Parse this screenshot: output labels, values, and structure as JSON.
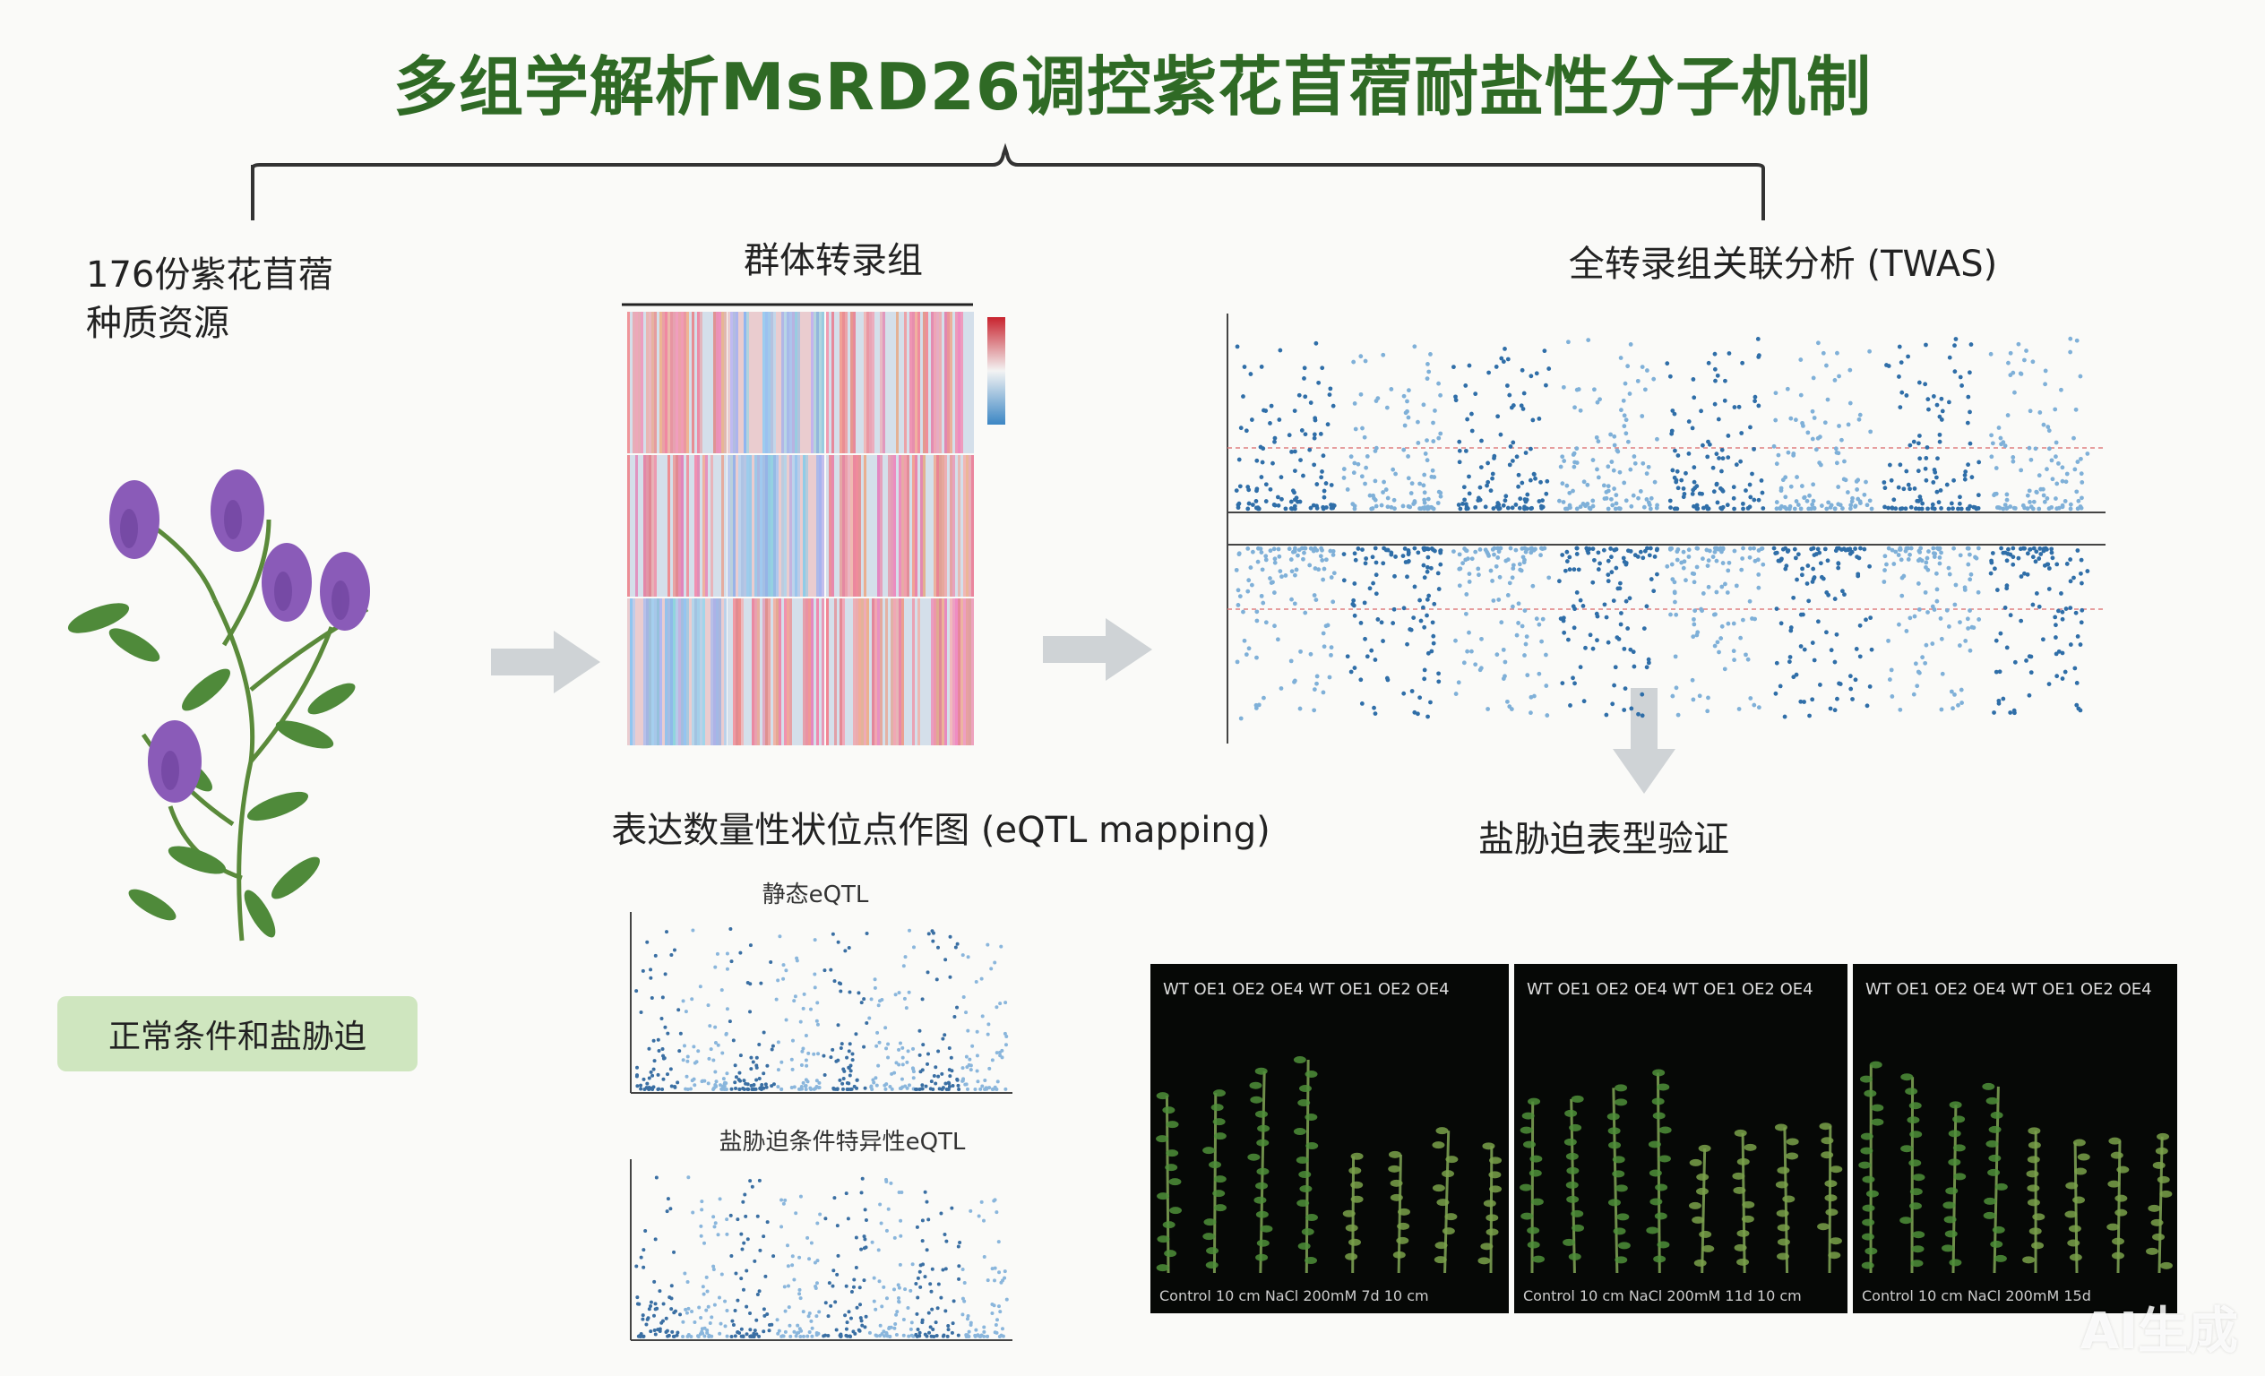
{
  "title": "多组学解析MsRD26调控紫花苜蓿耐盐性分子机制",
  "germplasm": {
    "line1": "176份紫花苜蓿",
    "line2": "种质资源"
  },
  "condition": "正常条件和盐胁迫",
  "population_transcriptome": "群体转录组",
  "twas": "全转录组关联分析 (TWAS)",
  "eqtl_mapping": "表达数量性状位点作图 (eQTL mapping)",
  "static_eqtl": "静态eQTL",
  "salt_eqtl": "盐胁迫条件特异性eQTL",
  "salt_validation": "盐胁迫表型验证",
  "phenotype_panels": [
    {
      "labels": "WT  OE1 OE2  OE4    WT  OE1 OE2  OE4",
      "caption": "Control      10 cm   NaCl 200mM 7d  10 cm"
    },
    {
      "labels": "WT  OE1  OE2 OE4   WT  OE1 OE2  OE4",
      "caption": "Control      10 cm   NaCl 200mM 11d 10 cm"
    },
    {
      "labels": "WT OE1 OE2  OE4   WT  OE1 OE2  OE4",
      "caption": "Control      10 cm   NaCl 200mM 15d"
    }
  ],
  "watermark": "AI生成",
  "colors": {
    "title": "#2f6a25",
    "condition_box": "#cfe6bf",
    "arrow": "#cfd3d6",
    "heat_red": "#d7484f",
    "heat_blue": "#4a90c9"
  }
}
